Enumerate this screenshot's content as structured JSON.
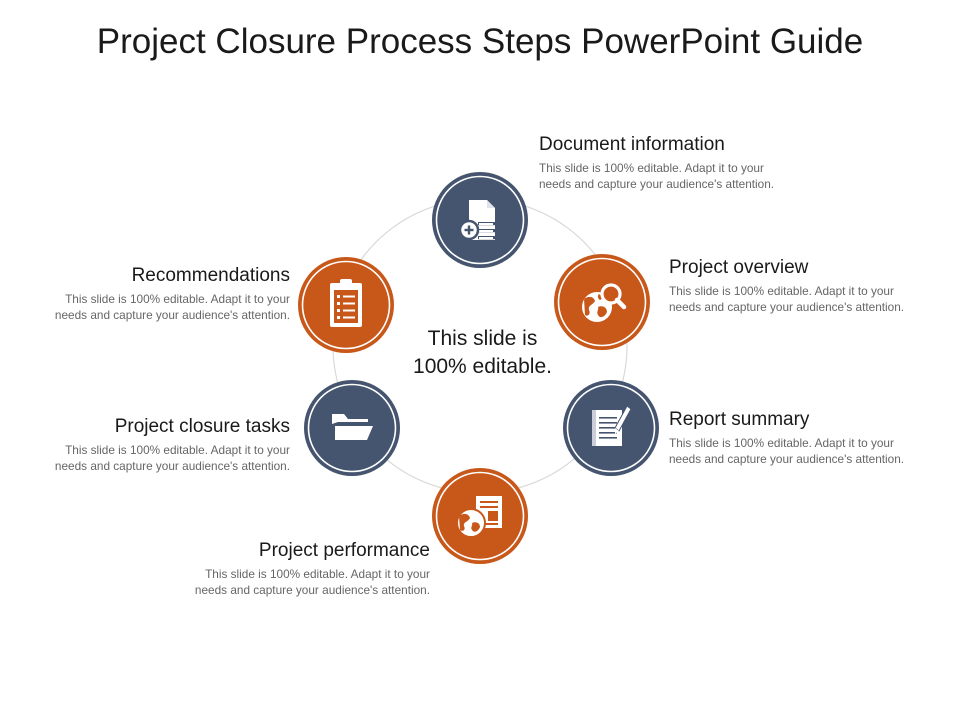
{
  "title": "Project Closure Process Steps PowerPoint Guide",
  "center_text": "This slide is 100% editable.",
  "colors": {
    "navy": "#45546f",
    "orange": "#c8581a",
    "ring_line": "#d9d9d9"
  },
  "steps": [
    {
      "id": "document",
      "heading": "Document information",
      "desc": "This slide is 100% editable. Adapt it to your needs and capture your audience's attention.",
      "icon": "document-plus-icon",
      "color": "navy"
    },
    {
      "id": "overview",
      "heading": "Project overview",
      "desc": "This slide is 100% editable. Adapt it to your needs and capture your audience's attention.",
      "icon": "globe-magnifier-icon",
      "color": "orange"
    },
    {
      "id": "report",
      "heading": "Report summary",
      "desc": "This slide is 100% editable. Adapt it to your needs and capture your audience's attention.",
      "icon": "notepad-pen-icon",
      "color": "navy"
    },
    {
      "id": "performance",
      "heading": "Project performance",
      "desc": "This slide is 100% editable. Adapt it to your needs and capture your audience's attention.",
      "icon": "globe-document-icon",
      "color": "orange"
    },
    {
      "id": "closure",
      "heading": "Project closure tasks",
      "desc": "This slide is 100% editable. Adapt it to your needs and capture your audience's attention.",
      "icon": "folder-icon",
      "color": "navy"
    },
    {
      "id": "recommend",
      "heading": "Recommendations",
      "desc": "This slide is 100% editable. Adapt it to your needs and capture your audience's attention.",
      "icon": "clipboard-list-icon",
      "color": "orange"
    }
  ]
}
